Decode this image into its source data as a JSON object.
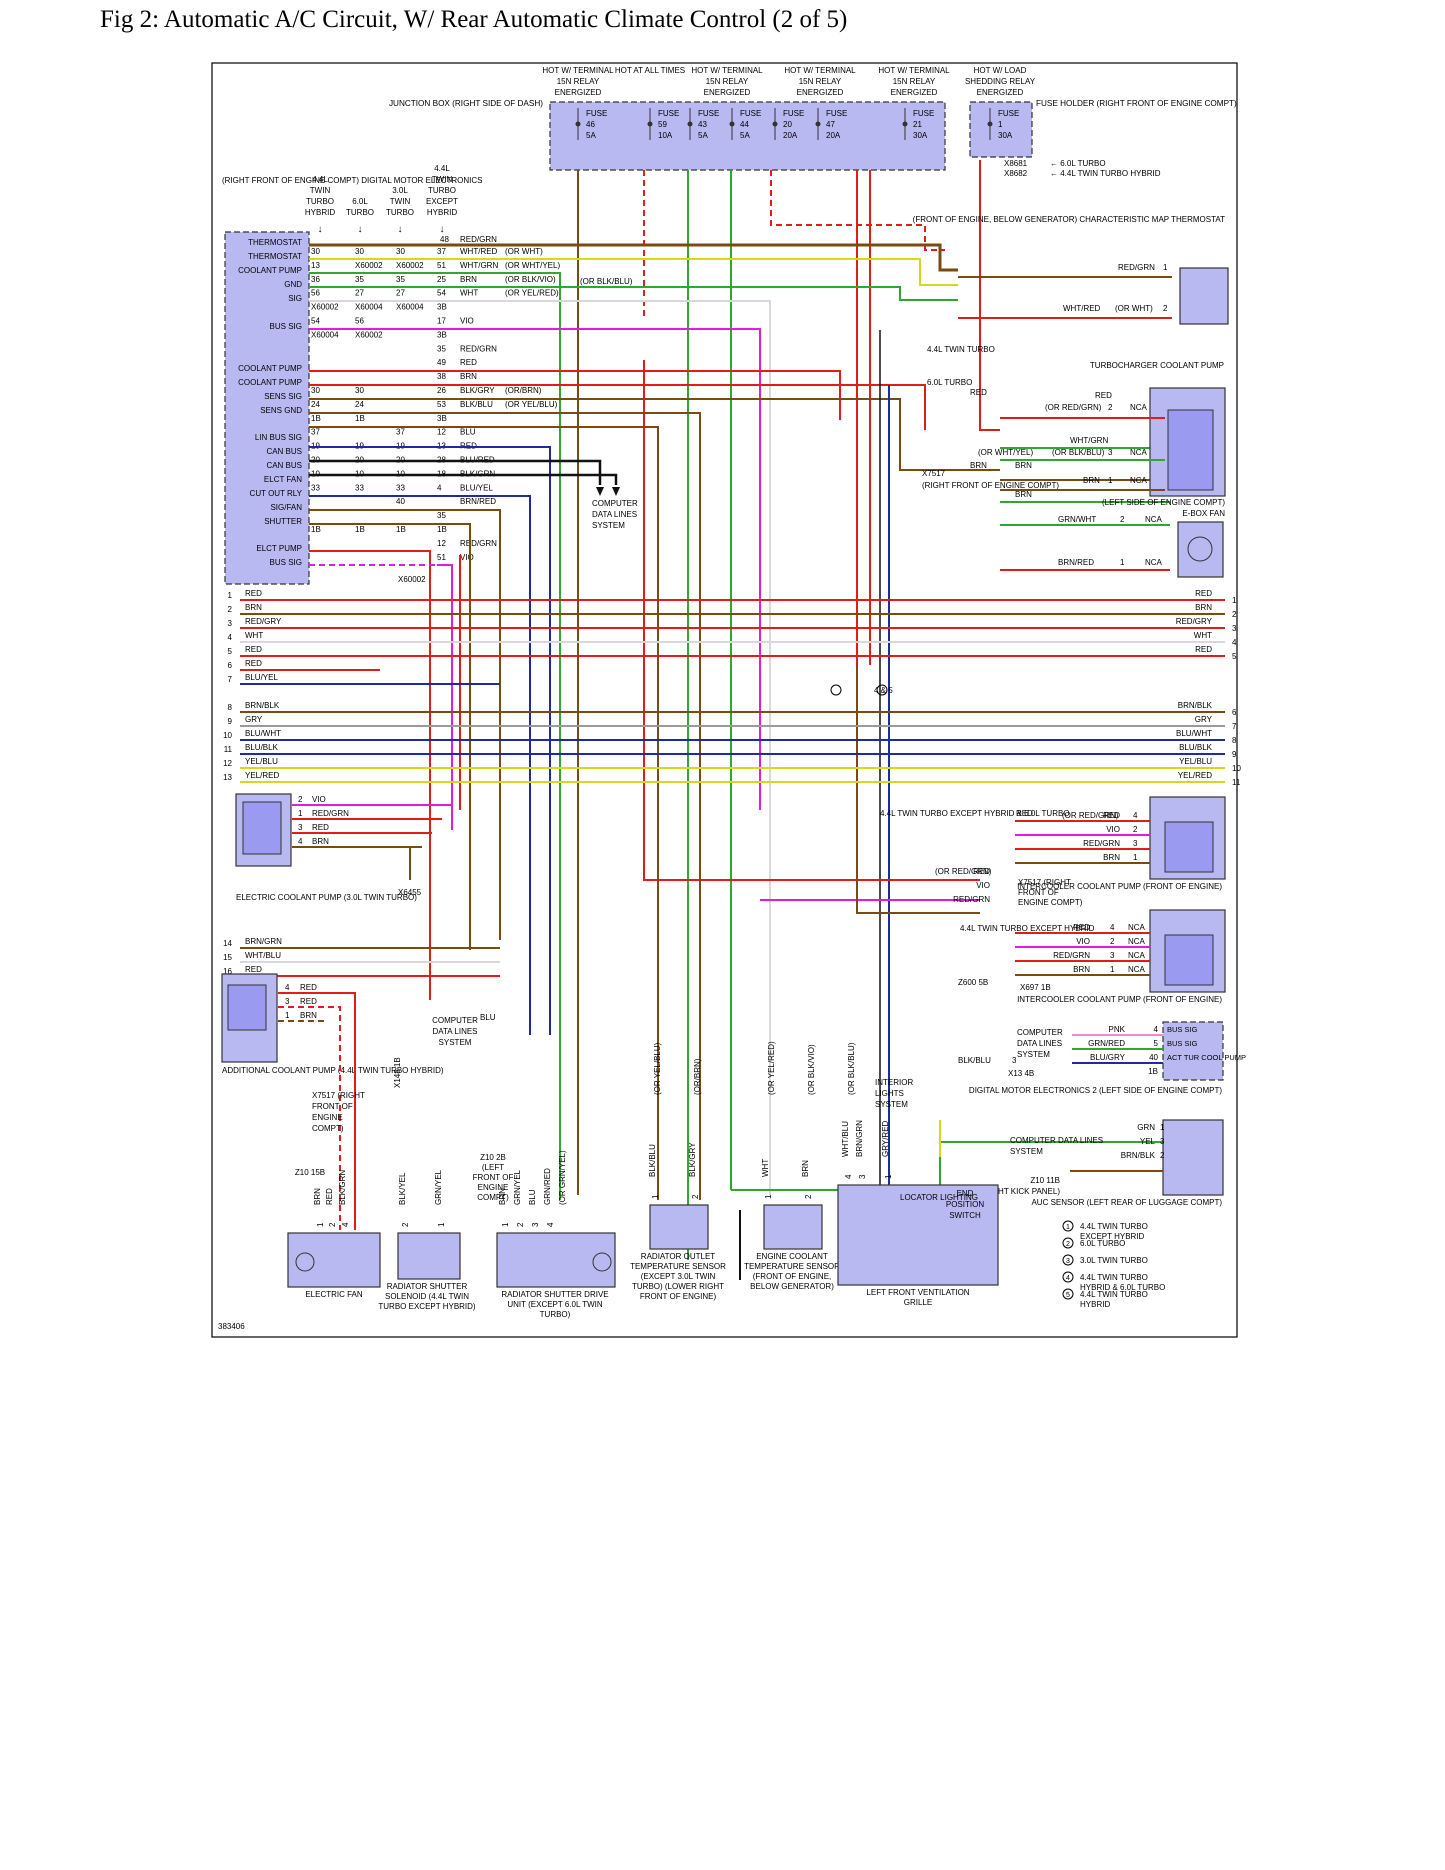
{
  "title": "Fig 2: Automatic A/C Circuit, W/ Rear Automatic Climate Control (2 of 5)",
  "figure_id": "383406",
  "colors": {
    "red": "#e21b1b",
    "brown": "#7a4a10",
    "violet": "#e21be0",
    "green": "#2fa82f",
    "blue": "#1f2a9e",
    "yellow": "#d8d81a",
    "gray": "#9a9a9a",
    "black": "#111111",
    "white": "#d8d8d8",
    "orange": "#e07a10",
    "component_fill": "#b9b9f2"
  },
  "hot_labels": [
    "HOT W/ TERMINAL 15N RELAY ENERGIZED",
    "HOT AT ALL TIMES",
    "HOT W/ TERMINAL 15N RELAY ENERGIZED",
    "HOT W/ TERMINAL 15N RELAY ENERGIZED",
    "HOT W/ TERMINAL 15N RELAY ENERGIZED",
    "HOT W/ LOAD SHEDDING RELAY ENERGIZED"
  ],
  "junction_box_label": "JUNCTION BOX (RIGHT SIDE OF DASH)",
  "fuse_holder_label": "FUSE HOLDER (RIGHT FRONT OF ENGINE COMPT)",
  "fuses": [
    {
      "name": "FUSE",
      "num": "46",
      "amps": "5A"
    },
    {
      "name": "FUSE",
      "num": "59",
      "amps": "10A"
    },
    {
      "name": "FUSE",
      "num": "43",
      "amps": "5A"
    },
    {
      "name": "FUSE",
      "num": "44",
      "amps": "5A"
    },
    {
      "name": "FUSE",
      "num": "20",
      "amps": "20A"
    },
    {
      "name": "FUSE",
      "num": "47",
      "amps": "20A"
    },
    {
      "name": "FUSE",
      "num": "21",
      "amps": "30A"
    },
    {
      "name": "FUSE",
      "num": "1",
      "amps": "30A"
    }
  ],
  "dme": {
    "location": "(RIGHT FRONT OF ENGINE COMPT) DIGITAL MOTOR ELECTRONICS",
    "variant_headers": [
      "4.4L TWIN TURBO HYBRID",
      "6.0L TURBO",
      "3.0L TWIN TURBO",
      "4.4L TWIN TURBO EXCEPT HYBRID"
    ],
    "pins": [
      "THERMOSTAT",
      "THERMOSTAT",
      "COOLANT PUMP",
      "GND",
      "SIG",
      "BUS SIG",
      "COOLANT PUMP",
      "COOLANT PUMP",
      "SENS SIG",
      "SENS GND",
      "LIN BUS SIG",
      "CAN BUS",
      "CAN BUS",
      "ELCT FAN",
      "CUT OUT RLY",
      "SIG/FAN",
      "SHUTTER",
      "ELCT PUMP",
      "BUS SIG"
    ]
  },
  "dme_rows": [
    {
      "c": [
        "30",
        "30",
        "30",
        "37"
      ],
      "wire": "WHT/RED",
      "alt": "(OR WHT)"
    },
    {
      "c": [
        "13",
        "X60002",
        "X60002",
        "51"
      ],
      "wire": "WHT/GRN",
      "alt": "(OR WHT/YEL)"
    },
    {
      "c": [
        "36",
        "35",
        "35",
        "25"
      ],
      "wire": "BRN",
      "alt": "(OR BLK/VIO)"
    },
    {
      "c": [
        "56",
        "27",
        "27",
        "54"
      ],
      "wire": "WHT",
      "alt": "(OR YEL/RED)"
    },
    {
      "c": [
        "X60002",
        "X60004",
        "X60004",
        "3B"
      ],
      "wire": "",
      "alt": ""
    },
    {
      "c": [
        "54",
        "56",
        "",
        "17"
      ],
      "wire": "VIO",
      "alt": ""
    },
    {
      "c": [
        "X60004",
        "X60002",
        "",
        "3B"
      ],
      "wire": "",
      "alt": ""
    },
    {
      "c": [
        "",
        "",
        "",
        "35"
      ],
      "wire": "RED/GRN",
      "alt": ""
    },
    {
      "c": [
        "",
        "",
        "",
        "49"
      ],
      "wire": "RED",
      "alt": ""
    },
    {
      "c": [
        "",
        "",
        "",
        "38"
      ],
      "wire": "BRN",
      "alt": ""
    },
    {
      "c": [
        "30",
        "30",
        "",
        "26"
      ],
      "wire": "BLK/GRY",
      "alt": "(OR/BRN)"
    },
    {
      "c": [
        "24",
        "24",
        "",
        "53"
      ],
      "wire": "BLK/BLU",
      "alt": "(OR YEL/BLU)"
    },
    {
      "c": [
        "1B",
        "1B",
        "",
        "3B"
      ],
      "wire": "",
      "alt": ""
    },
    {
      "c": [
        "37",
        "",
        "37",
        "12"
      ],
      "wire": "BLU",
      "alt": ""
    },
    {
      "c": [
        "19",
        "19",
        "19",
        "13"
      ],
      "wire": "RED",
      "alt": ""
    },
    {
      "c": [
        "20",
        "20",
        "20",
        "28"
      ],
      "wire": "BLU/RED",
      "alt": ""
    },
    {
      "c": [
        "10",
        "10",
        "10",
        "18"
      ],
      "wire": "BLK/GRN",
      "alt": ""
    },
    {
      "c": [
        "33",
        "33",
        "33",
        "4"
      ],
      "wire": "BLU/YEL",
      "alt": ""
    },
    {
      "c": [
        "",
        "",
        "40",
        ""
      ],
      "wire": "BRN/RED",
      "alt": ""
    },
    {
      "c": [
        "",
        "",
        "",
        "35"
      ],
      "wire": "",
      "alt": ""
    },
    {
      "c": [
        "1B",
        "1B",
        "1B",
        "1B"
      ],
      "wire": "",
      "alt": ""
    },
    {
      "c": [
        "",
        "",
        "",
        "12"
      ],
      "wire": "RED/GRN",
      "alt": ""
    },
    {
      "c": [
        "",
        "",
        "",
        "51"
      ],
      "wire": "VIO",
      "alt": ""
    }
  ],
  "dme_extra": {
    "top_pin": "48",
    "top_wire": "RED/GRN",
    "last_conn": "X60002",
    "or_blk_blu": "(OR BLK/BLU)"
  },
  "bus_left": [
    {
      "n": "1",
      "w": "RED"
    },
    {
      "n": "2",
      "w": "BRN"
    },
    {
      "n": "3",
      "w": "RED/GRY"
    },
    {
      "n": "4",
      "w": "WHT"
    },
    {
      "n": "5",
      "w": "RED"
    },
    {
      "n": "6",
      "w": "RED"
    },
    {
      "n": "7",
      "w": "BLU/YEL"
    },
    {
      "n": "8",
      "w": "BRN/BLK"
    },
    {
      "n": "9",
      "w": "GRY"
    },
    {
      "n": "10",
      "w": "BLU/WHT"
    },
    {
      "n": "11",
      "w": "BLU/BLK"
    },
    {
      "n": "12",
      "w": "YEL/BLU"
    },
    {
      "n": "13",
      "w": "YEL/RED"
    },
    {
      "n": "14",
      "w": "BRN/GRN"
    },
    {
      "n": "15",
      "w": "WHT/BLU"
    },
    {
      "n": "16",
      "w": "RED"
    }
  ],
  "bus_right": [
    {
      "n": "1",
      "w": "RED"
    },
    {
      "n": "2",
      "w": "BRN"
    },
    {
      "n": "3",
      "w": "RED/GRY"
    },
    {
      "n": "4",
      "w": "WHT"
    },
    {
      "n": "5",
      "w": "RED"
    },
    {
      "n": "6",
      "w": "BRN/BLK"
    },
    {
      "n": "7",
      "w": "GRY"
    },
    {
      "n": "8",
      "w": "BLU/WHT"
    },
    {
      "n": "9",
      "w": "BLU/BLK"
    },
    {
      "n": "10",
      "w": "YEL/BLU"
    },
    {
      "n": "11",
      "w": "YEL/RED"
    }
  ],
  "thermostat": {
    "label": "(FRONT OF ENGINE, BELOW GENERATOR) CHARACTERISTIC MAP THERMOSTAT",
    "wires": [
      "RED/GRN",
      "WHT/RED"
    ],
    "alt": "(OR WHT)",
    "pins": [
      "1",
      "2"
    ]
  },
  "turbo_pump": {
    "label": "TURBOCHARGER COOLANT PUMP",
    "wires": [
      "RED",
      "WHT/GRN",
      "BRN"
    ],
    "alts": [
      "(OR RED/GRN)",
      "(OR BLK/BLU)",
      "(OR WHT/YEL)"
    ],
    "pins": [
      "2",
      "3",
      "1"
    ],
    "nca": "NCA",
    "connector": "X7517",
    "connector_loc": "(RIGHT FRONT OF ENGINE COMPT)",
    "variant_a": "4.4L TWIN TURBO",
    "variant_b": "6.0L TURBO"
  },
  "ebox_fan": {
    "label": "E-BOX FAN",
    "location": "(LEFT SIDE OF ENGINE COMPT)",
    "wires": [
      "GRN/WHT",
      "BRN/RED"
    ],
    "pins": [
      "2",
      "1"
    ],
    "nca": "NCA"
  },
  "splice_labels": [
    "X8681",
    "X8682",
    "6.0L TURBO",
    "4.4L TWIN TURBO HYBRID"
  ],
  "computer_data_lines": "COMPUTER DATA LINES SYSTEM",
  "ecp30": {
    "label": "ELECTRIC COOLANT PUMP (3.0L TWIN TURBO)",
    "rows": [
      {
        "p": "2",
        "w": "VIO"
      },
      {
        "p": "1",
        "w": "RED/GRN"
      },
      {
        "p": "3",
        "w": "RED"
      },
      {
        "p": "4",
        "w": "BRN"
      }
    ],
    "ground": "X6455"
  },
  "icp1": {
    "label": "INTERCOOLER COOLANT PUMP (FRONT OF ENGINE)",
    "variant": "4.4L TWIN TURBO EXCEPT HYBRID & 6.0L TURBO",
    "rows": [
      {
        "p": "4",
        "w": "RED",
        "alt": "(OR RED/GRN)"
      },
      {
        "p": "2",
        "w": "VIO",
        "alt": ""
      },
      {
        "p": "3",
        "w": "RED/GRN",
        "alt": ""
      },
      {
        "p": "1",
        "w": "BRN",
        "alt": ""
      }
    ],
    "feed": [
      {
        "w": "RED",
        "alt": "(OR RED/GRN)"
      },
      {
        "w": "VIO",
        "alt": ""
      },
      {
        "w": "RED/GRN",
        "alt": ""
      }
    ],
    "connector": "X7517 (RIGHT FRONT OF ENGINE COMPT)"
  },
  "icp2": {
    "label": "INTERCOOLER COOLANT PUMP (FRONT OF ENGINE)",
    "variant": "4.4L TWIN TURBO EXCEPT HYBRID",
    "rows": [
      {
        "p": "4",
        "w": "RED"
      },
      {
        "p": "2",
        "w": "VIO"
      },
      {
        "p": "3",
        "w": "RED/GRN"
      },
      {
        "p": "1",
        "w": "BRN"
      }
    ],
    "nca": "NCA",
    "ground": "Z600 5B",
    "conn": "X697 1B"
  },
  "acp": {
    "label": "ADDITIONAL COOLANT PUMP (4.4L TWIN TURBO HYBRID)",
    "rows": [
      {
        "p": "4",
        "w": "RED"
      },
      {
        "p": "3",
        "w": "RED"
      },
      {
        "p": "1",
        "w": "BRN"
      }
    ],
    "connector": "X7517 (RIGHT FRONT OF ENGINE COMPT)"
  },
  "dme2": {
    "label": "DIGITAL MOTOR ELECTRONICS 2 (LEFT SIDE OF ENGINE COMPT)",
    "pins": [
      {
        "p": "4",
        "w": "PNK",
        "n": "BUS SIG"
      },
      {
        "p": "5",
        "w": "GRN/RED",
        "n": "BUS SIG"
      },
      {
        "p": "40",
        "w": "BLU/GRY",
        "n": "ACT TUR COOL PUMP"
      },
      {
        "p": "1B",
        "w": "",
        "n": ""
      }
    ],
    "blk_blu": "BLK/BLU",
    "pin3": "3",
    "conn": "X13 4B"
  },
  "auc": {
    "label": "AUC SENSOR (LEFT REAR OF LUGGAGE COMPT)",
    "rows": [
      {
        "p": "1",
        "w": "GRN"
      },
      {
        "p": "3",
        "w": "YEL"
      },
      {
        "p": "2",
        "w": "BRN/BLK"
      }
    ],
    "ground": "Z10 11B",
    "ground_loc": "(RIGHT KICK PANEL)"
  },
  "interior_lights": "INTERIOR LIGHTS SYSTEM",
  "bottom_components": [
    {
      "label": "ELECTRIC FAN",
      "wires": [
        "BRN",
        "RED",
        "BLK/GRN"
      ],
      "pins": [
        "1",
        "2",
        "4"
      ],
      "ground": "Z10 15B"
    },
    {
      "label": "RADIATOR SHUTTER SOLENOID (4.4L TWIN TURBO EXCEPT HYBRID)",
      "wires": [
        "BLK/YEL",
        "GRN/YEL"
      ],
      "pins": [
        "2",
        "1"
      ]
    },
    {
      "label": "RADIATOR SHUTTER DRIVE UNIT (EXCEPT 6.0L TWIN TURBO)",
      "wires": [
        "BRN",
        "GRN/YEL",
        "BLU",
        "GRN/RED",
        "(OR GRN/YEL)"
      ],
      "pins": [
        "1",
        "2",
        "3",
        "4"
      ],
      "ground": "Z10 2B (LEFT FRONT OF ENGINE COMPT)"
    },
    {
      "label": "RADIATOR OUTLET TEMPERATURE SENSOR (EXCEPT 3.0L TWIN TURBO) (LOWER RIGHT FRONT OF ENGINE)",
      "wires": [
        "BLK/BLU",
        "BLK/GRY"
      ],
      "pins": [
        "1",
        "2"
      ],
      "alts": [
        "(OR YEL/BLU)",
        "(OR/BRN)"
      ]
    },
    {
      "label": "ENGINE COOLANT TEMPERATURE SENSOR (FRONT OF ENGINE, BELOW GENERATOR)",
      "wires": [
        "WHT",
        "BRN"
      ],
      "pins": [
        "1",
        "2"
      ],
      "alts": [
        "(OR YEL/RED)",
        "(OR BLK/VIO)",
        "(OR BLK/BLU)"
      ]
    },
    {
      "label": "LEFT FRONT VENTILATION GRILLE",
      "wires": [
        "WHT/BLU",
        "BRN/GRN",
        "GRY/RED"
      ],
      "pins": [
        "4",
        "3",
        "1"
      ],
      "parts": [
        "LOCATOR LIGHTING",
        "END POSITION SWITCH"
      ]
    }
  ],
  "legend": [
    {
      "n": "1",
      "t": "4.4L TWIN TURBO EXCEPT HYBRID"
    },
    {
      "n": "2",
      "t": "6.0L TURBO"
    },
    {
      "n": "3",
      "t": "3.0L TWIN TURBO"
    },
    {
      "n": "4",
      "t": "4.4L TWIN TURBO HYBRID & 6.0L TURBO"
    },
    {
      "n": "5",
      "t": "4.4L TWIN TURBO HYBRID"
    }
  ],
  "misc": {
    "amp4and5": "4 & 5",
    "blu": "BLU",
    "x148": "X148 1B",
    "x148b": "X148 1B"
  }
}
